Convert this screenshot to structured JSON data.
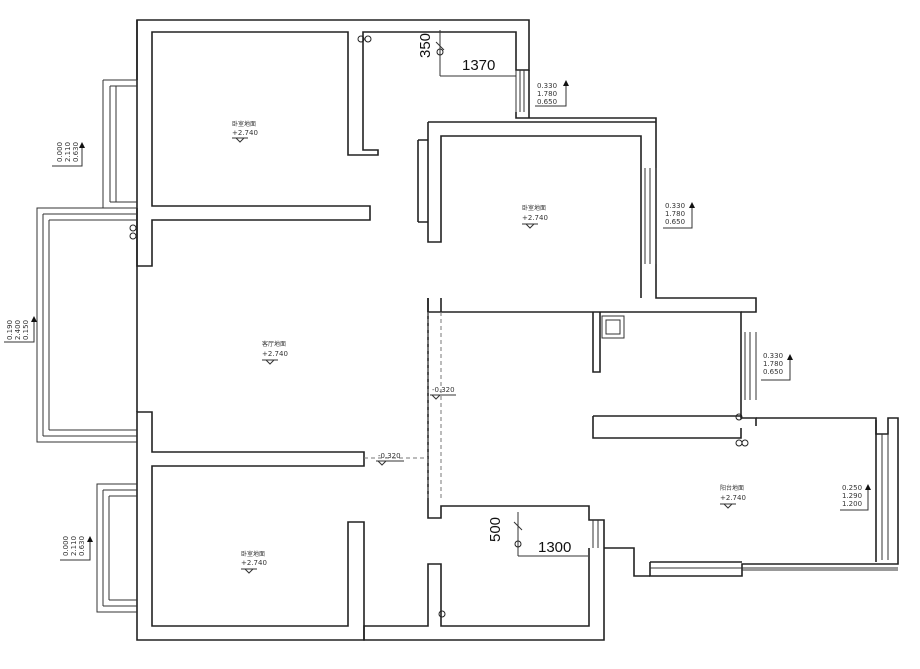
{
  "dimensions": [
    {
      "id": "d1",
      "value": "350"
    },
    {
      "id": "d2",
      "value": "1370"
    },
    {
      "id": "d3",
      "value": "500"
    },
    {
      "id": "d4",
      "value": "1300"
    }
  ],
  "rooms": [
    {
      "id": "r1",
      "label": "卧室地面",
      "elev": "+2.740"
    },
    {
      "id": "r2",
      "label": "卧室地面",
      "elev": "+2.740"
    },
    {
      "id": "r3",
      "label": "客厅地面",
      "elev": "+2.740"
    },
    {
      "id": "r4",
      "label": "卧室地面",
      "elev": "+2.740"
    },
    {
      "id": "r5",
      "label": "阳台地面",
      "elev": "+2.740"
    }
  ],
  "windows": [
    {
      "id": "w1",
      "lines": [
        "0.330",
        "1.780",
        "0.650"
      ]
    },
    {
      "id": "w2",
      "lines": [
        "0.000",
        "2.110",
        "0.630"
      ]
    },
    {
      "id": "w3",
      "lines": [
        "0.330",
        "1.780",
        "0.650"
      ]
    },
    {
      "id": "w4",
      "lines": [
        "0.190",
        "2.400",
        "0.150"
      ]
    },
    {
      "id": "w5",
      "lines": [
        "0.330",
        "1.780",
        "0.650"
      ]
    },
    {
      "id": "w6",
      "lines": [
        "0.250",
        "1.290",
        "1.200"
      ]
    },
    {
      "id": "w7",
      "lines": [
        "0.000",
        "2.110",
        "0.630"
      ]
    }
  ],
  "floor_elevations": [
    {
      "id": "e1",
      "value": "-0.320"
    },
    {
      "id": "e2",
      "value": "-0.320"
    }
  ]
}
